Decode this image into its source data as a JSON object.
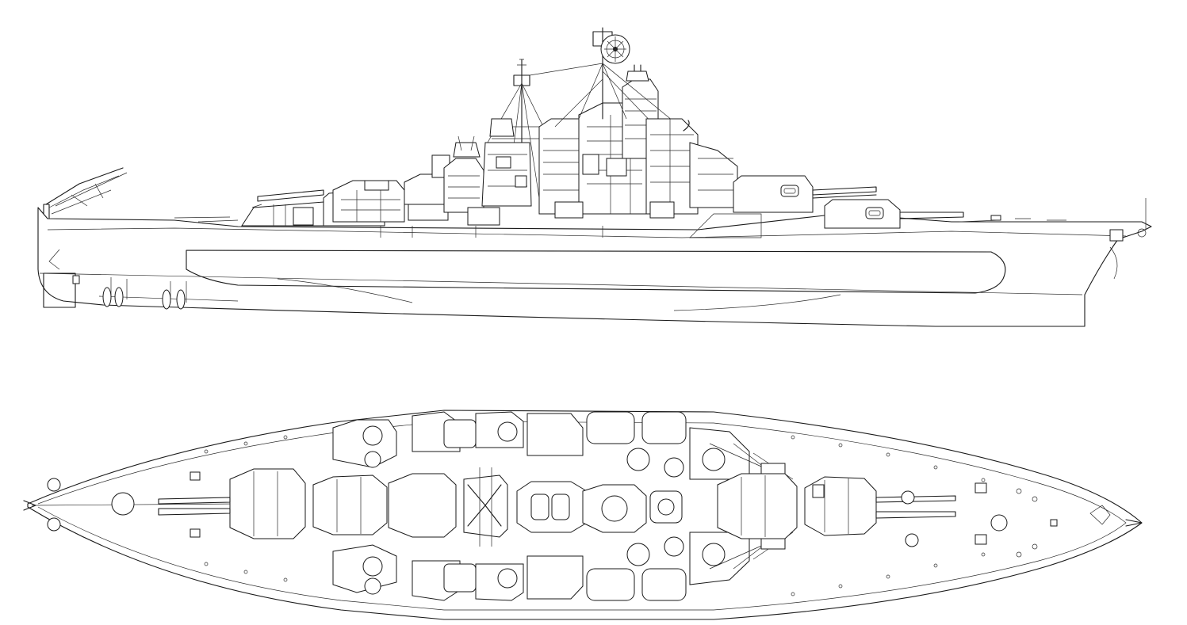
{
  "drawing": {
    "views": [
      {
        "id": "profile",
        "kind": "side elevation"
      },
      {
        "id": "plan",
        "kind": "deck plan"
      }
    ],
    "line_color": "#1a1a1a",
    "background": "#ffffff"
  }
}
